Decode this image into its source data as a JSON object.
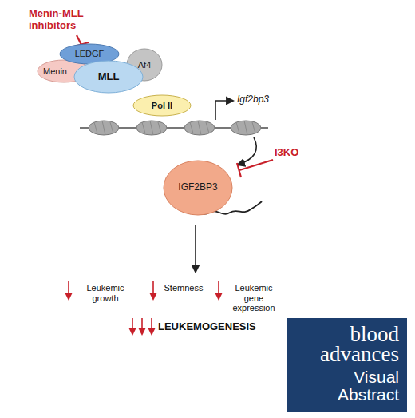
{
  "diagram": {
    "nodes": [
      {
        "text": [
          "LEDGF"
        ]
      },
      {
        "text": [
          "Menin"
        ]
      },
      {
        "text": [
          "MLL"
        ]
      },
      {
        "text": [
          "Af4"
        ]
      },
      {
        "text": [
          "Pol II"
        ]
      },
      {
        "text": [
          "IGF2BP3"
        ]
      },
      {
        "text": [
          "blood advances",
          "Visual Abstract"
        ]
      }
    ],
    "labels": [
      "Menin-MLL inhibitors",
      "Igf2bp3",
      "I3KO",
      "Leukemic growth",
      "Stemness",
      "Leukemic gene expression",
      "LEUKEMOGENESIS"
    ]
  }
}
